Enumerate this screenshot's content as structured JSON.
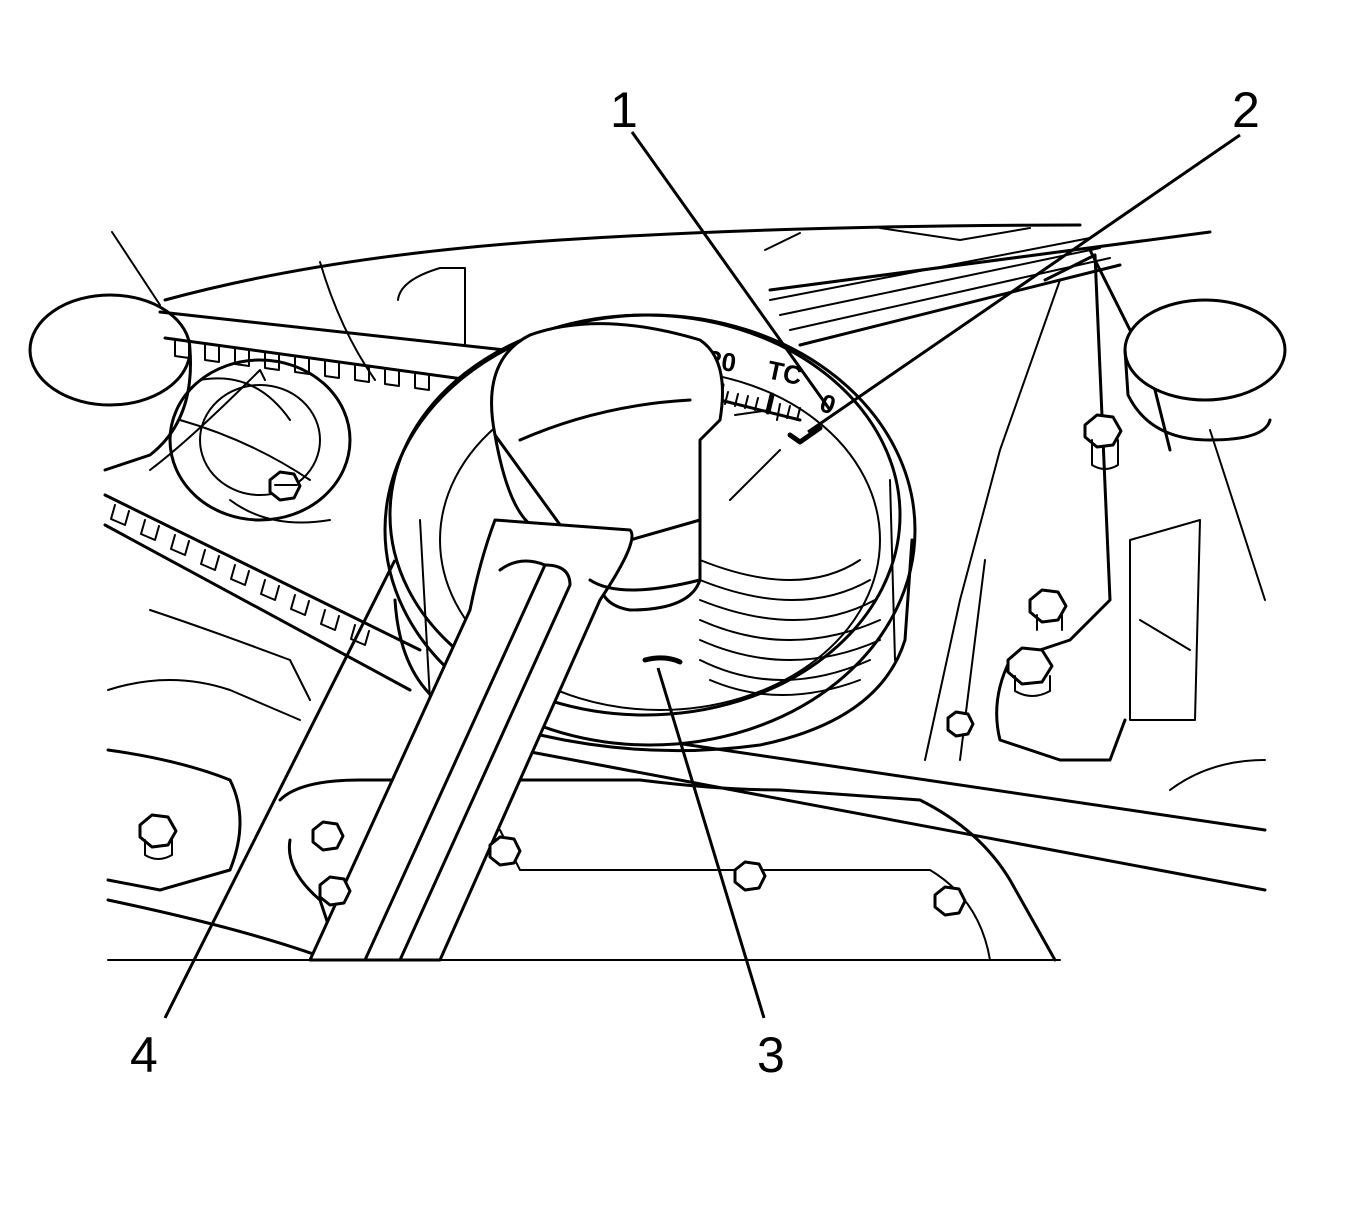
{
  "callouts": [
    {
      "id": "1",
      "label": "1"
    },
    {
      "id": "2",
      "label": "2"
    },
    {
      "id": "3",
      "label": "3"
    },
    {
      "id": "4",
      "label": "4"
    }
  ],
  "scale": {
    "mark_20": "20",
    "mark_tc": "TC",
    "mark_0": "0"
  }
}
